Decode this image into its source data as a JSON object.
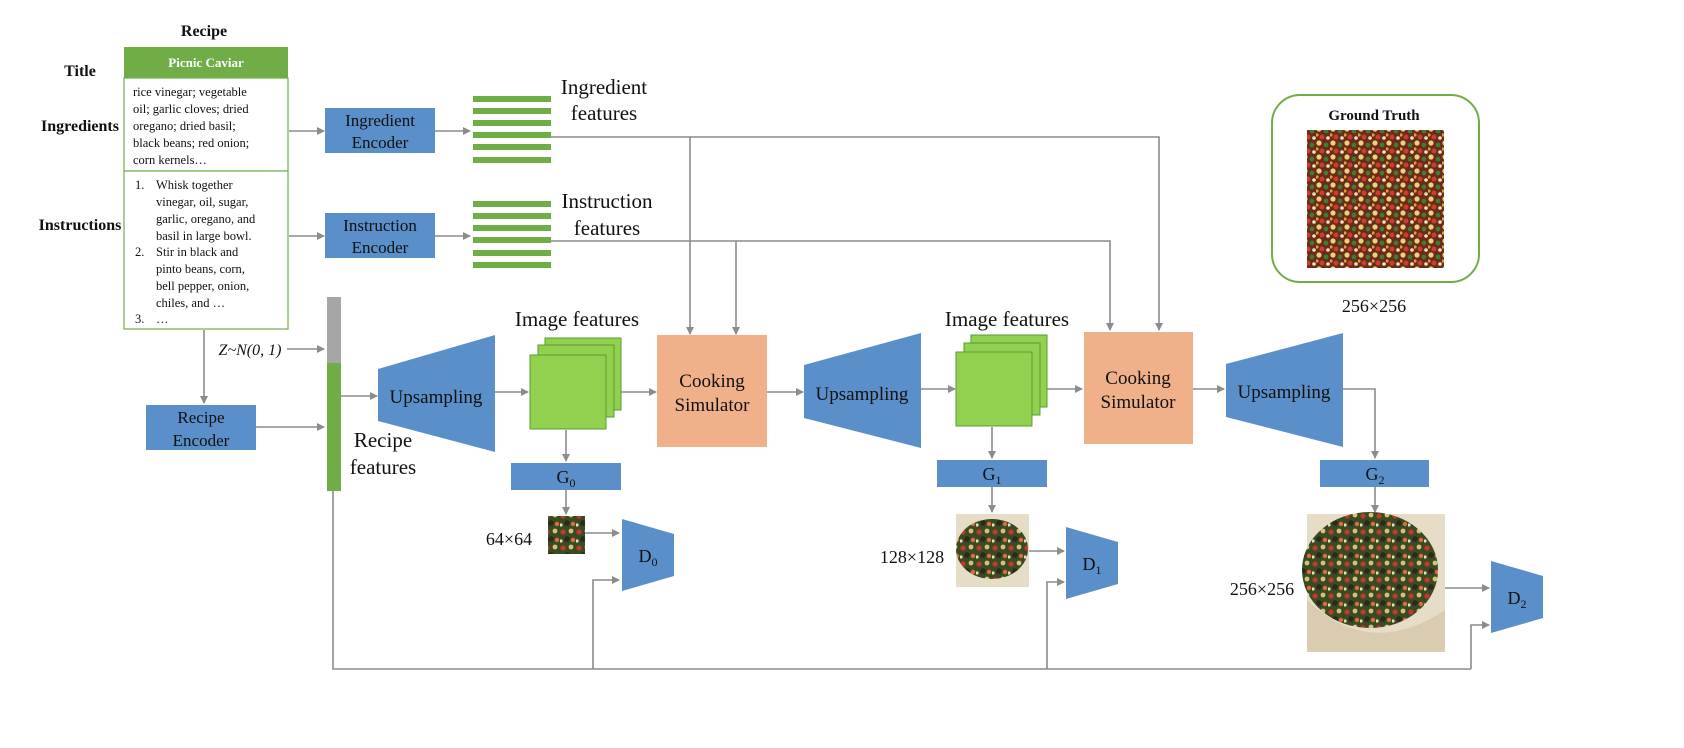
{
  "recipe": {
    "header": "Recipe",
    "row_titles": {
      "title": "Title",
      "ingredients": "Ingredients",
      "instructions": "Instructions"
    },
    "title": "Picnic Caviar",
    "ingredients_lines": [
      "rice vinegar; vegetable",
      "oil; garlic cloves; dried",
      "oregano; dried basil;",
      "black beans; red onion;",
      "corn kernels…"
    ],
    "instructions": [
      {
        "num": "1.",
        "lines": [
          "Whisk together",
          "vinegar, oil, sugar,",
          "garlic, oregano, and",
          "basil in large bowl."
        ]
      },
      {
        "num": "2.",
        "lines": [
          "Stir in black and",
          "pinto beans, corn,",
          "bell pepper, onion,",
          "chiles, and …"
        ]
      },
      {
        "num": "3.",
        "lines": [
          "…"
        ]
      }
    ]
  },
  "encoders": {
    "ingredient": [
      "Ingredient",
      "Encoder"
    ],
    "instruction": [
      "Instruction",
      "Encoder"
    ],
    "recipe": [
      "Recipe",
      "Encoder"
    ]
  },
  "features": {
    "ingredient": [
      "Ingredient",
      "features"
    ],
    "instruction": [
      "Instruction",
      "features"
    ],
    "recipe": [
      "Recipe",
      "features"
    ],
    "image_1": "Image features",
    "image_2": "Image features"
  },
  "noise_label": "Z~N(0, 1)",
  "upsampling": [
    "Upsampling",
    "Upsampling",
    "Upsampling"
  ],
  "cooking_simulator": [
    "Cooking",
    "Simulator"
  ],
  "generators": [
    {
      "base": "G",
      "sub": "0"
    },
    {
      "base": "G",
      "sub": "1"
    },
    {
      "base": "G",
      "sub": "2"
    }
  ],
  "discriminators": [
    {
      "base": "D",
      "sub": "0"
    },
    {
      "base": "D",
      "sub": "1"
    },
    {
      "base": "D",
      "sub": "2"
    }
  ],
  "resolutions": {
    "r64": "64×64",
    "r128": "128×128",
    "r256": "256×256",
    "gt": "256×256"
  },
  "ground_truth": "Ground Truth",
  "colors": {
    "blue": "#5b8fc9",
    "green": "#70ad47",
    "light_green": "#92d050",
    "orange": "#f0b08a",
    "gray": "#a6a6a6",
    "arrow": "#8c8c8c"
  }
}
